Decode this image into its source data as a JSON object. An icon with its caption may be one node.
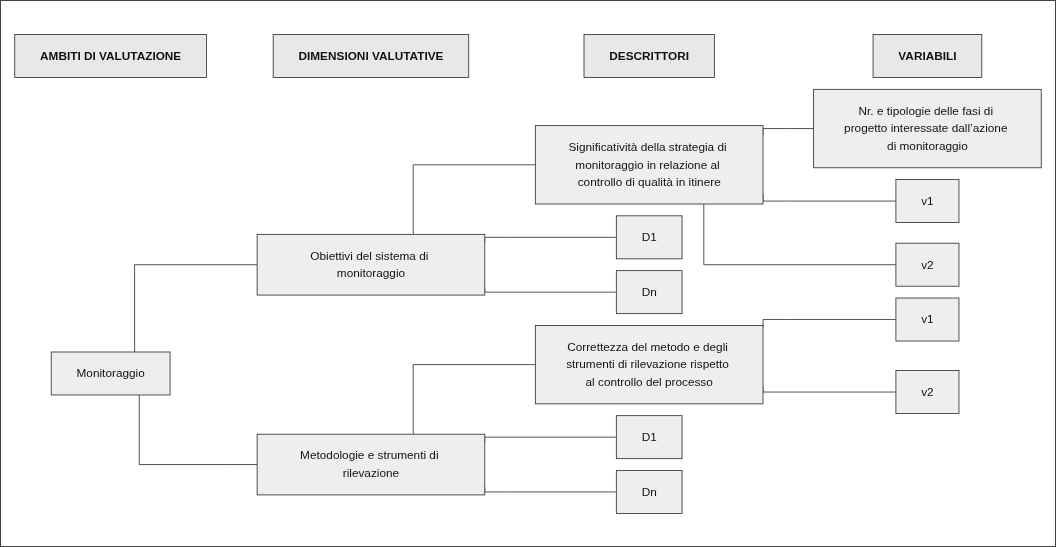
{
  "diagram": {
    "nodes": [
      {
        "text": [
          "AMBITI DI VALUTAZIONE"
        ]
      },
      {
        "text": [
          "DIMENSIONI VALUTATIVE"
        ]
      },
      {
        "text": [
          "DESCRITTORI"
        ]
      },
      {
        "text": [
          "VARIABILI"
        ]
      },
      {
        "text": [
          "Monitoraggio"
        ]
      },
      {
        "text": [
          "Obiettivi del sistema di monitoraggio"
        ]
      },
      {
        "text": [
          "Significatività della strategia di monitoraggio in relazione al controllo di qualità in itinere"
        ]
      },
      {
        "text": [
          "Nr. e tipologie delle fasi di progetto interessate dall’azione di monitoraggio"
        ]
      },
      {
        "text": [
          "v1"
        ]
      },
      {
        "text": [
          "v2"
        ]
      },
      {
        "text": [
          "D1"
        ]
      },
      {
        "text": [
          "Dn"
        ]
      },
      {
        "text": [
          "Metodologie e strumenti di rilevazione"
        ]
      },
      {
        "text": [
          "Correttezza del metodo e degli strumenti di rilevazione rispetto al controllo del processo"
        ]
      },
      {
        "text": [
          "v1"
        ]
      },
      {
        "text": [
          "v2"
        ]
      },
      {
        "text": [
          "D1"
        ]
      },
      {
        "text": [
          "Dn"
        ]
      }
    ],
    "edges": [
      {
        "from": 4,
        "to": 5,
        "arrow": "none"
      },
      {
        "from": 4,
        "to": 12,
        "arrow": "none"
      },
      {
        "from": 5,
        "to": 6,
        "arrow": "none"
      },
      {
        "from": 5,
        "to": 10,
        "arrow": "none"
      },
      {
        "from": 5,
        "to": 11,
        "arrow": "none"
      },
      {
        "from": 6,
        "to": 7,
        "arrow": "none"
      },
      {
        "from": 6,
        "to": 8,
        "arrow": "none"
      },
      {
        "from": 6,
        "to": 9,
        "arrow": "none"
      },
      {
        "from": 12,
        "to": 13,
        "arrow": "none"
      },
      {
        "from": 12,
        "to": 16,
        "arrow": "none"
      },
      {
        "from": 12,
        "to": 17,
        "arrow": "none"
      },
      {
        "from": 13,
        "to": 14,
        "arrow": "none"
      },
      {
        "from": 13,
        "to": 15,
        "arrow": "none"
      }
    ]
  }
}
